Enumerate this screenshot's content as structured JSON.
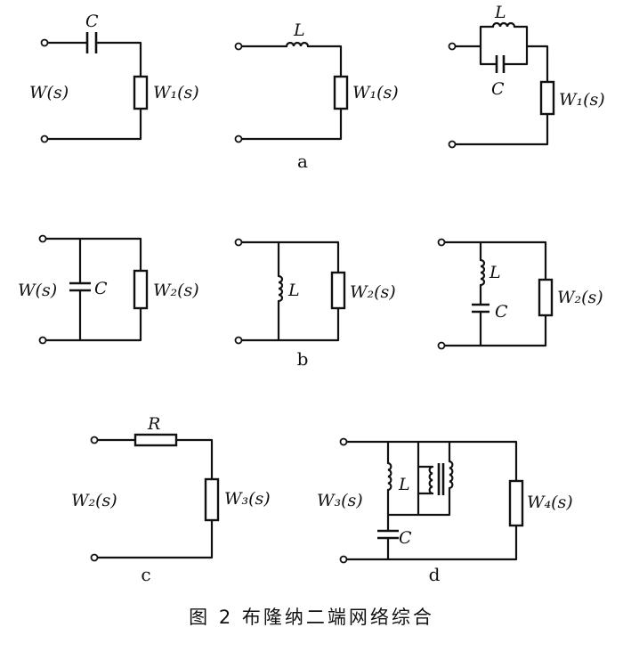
{
  "labels": {
    "c": "C",
    "l": "L",
    "r": "R",
    "w_in": "W(s)",
    "w2_in": "W₂(s)",
    "w3_in": "W₃(s)",
    "w1": "W₁(s)",
    "w2": "W₂(s)",
    "w3": "W₃(s)",
    "w4": "W₄(s)"
  },
  "row_captions": [
    "a",
    "b",
    "c",
    "d"
  ],
  "figure_caption": "图 2   布隆纳二端网络综合"
}
